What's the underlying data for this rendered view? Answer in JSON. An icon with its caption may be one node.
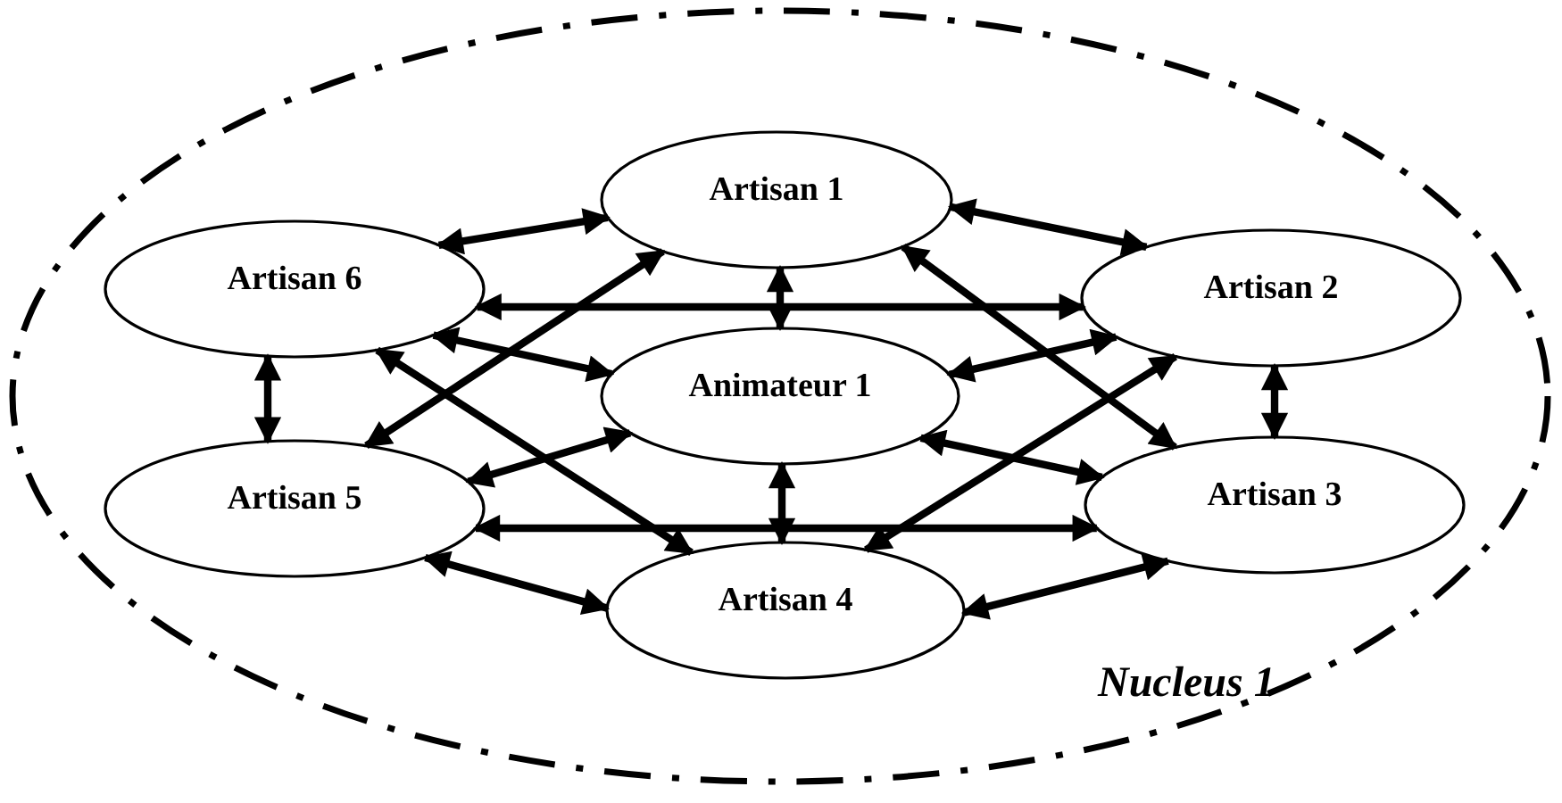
{
  "diagram": {
    "nodes": [
      {
        "text": [
          "Nucleus 1"
        ]
      },
      {
        "text": [
          "Artisan 1"
        ],
        "in": 0
      },
      {
        "text": [
          "Artisan 6"
        ],
        "in": 0
      },
      {
        "text": [
          "Artisan 2"
        ],
        "in": 0
      },
      {
        "text": [
          "Animateur 1"
        ],
        "in": 0
      },
      {
        "text": [
          "Artisan 5"
        ],
        "in": 0
      },
      {
        "text": [
          "Artisan 3"
        ],
        "in": 0
      },
      {
        "text": [
          "Artisan 4"
        ],
        "in": 0
      }
    ],
    "edges": [
      {
        "from": 2,
        "to": 1,
        "arrow": "both"
      },
      {
        "from": 1,
        "to": 3,
        "arrow": "both"
      },
      {
        "from": 1,
        "to": 4,
        "arrow": "both"
      },
      {
        "from": 5,
        "to": 1,
        "arrow": "both"
      },
      {
        "from": 1,
        "to": 6,
        "arrow": "both"
      },
      {
        "from": 2,
        "to": 3,
        "arrow": "both"
      },
      {
        "from": 2,
        "to": 4,
        "arrow": "both"
      },
      {
        "from": 2,
        "to": 7,
        "arrow": "both"
      },
      {
        "from": 3,
        "to": 4,
        "arrow": "both"
      },
      {
        "from": 3,
        "to": 6,
        "arrow": "both"
      },
      {
        "from": 3,
        "to": 7,
        "arrow": "both"
      },
      {
        "from": 4,
        "to": 5,
        "arrow": "both"
      },
      {
        "from": 4,
        "to": 6,
        "arrow": "both"
      },
      {
        "from": 4,
        "to": 7,
        "arrow": "both"
      },
      {
        "from": 5,
        "to": 6,
        "arrow": "both"
      },
      {
        "from": 5,
        "to": 7,
        "arrow": "both"
      },
      {
        "from": 6,
        "to": 7,
        "arrow": "both"
      },
      {
        "from": 2,
        "to": 5,
        "arrow": "both"
      }
    ]
  }
}
